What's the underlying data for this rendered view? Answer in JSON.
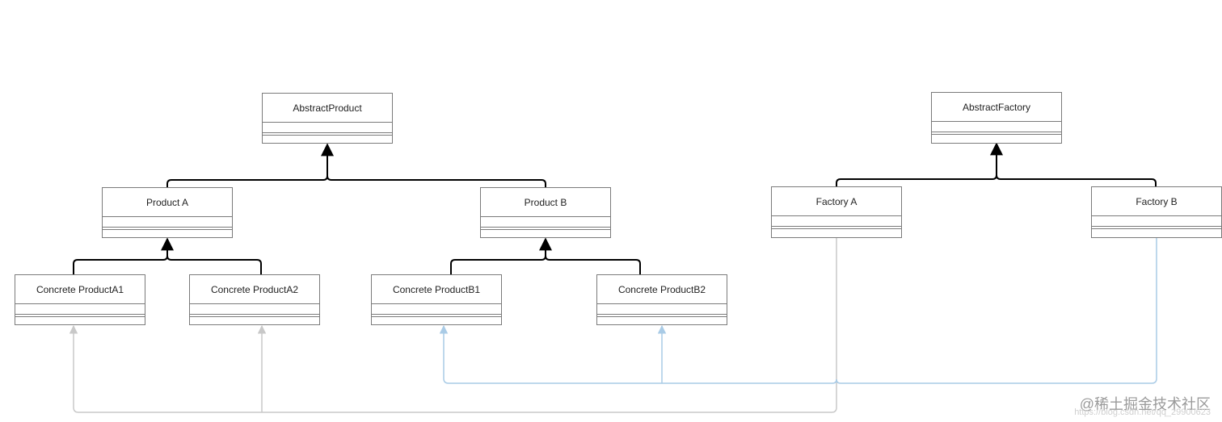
{
  "classes": {
    "abstract_product": "AbstractProduct",
    "abstract_factory": "AbstractFactory",
    "product_a": "Product A",
    "product_b": "Product B",
    "factory_a": "Factory A",
    "factory_b": "Factory B",
    "concrete_a1": "Concrete ProductA1",
    "concrete_a2": "Concrete ProductA2",
    "concrete_b1": "Concrete ProductB1",
    "concrete_b2": "Concrete ProductB2"
  },
  "colors": {
    "inheritance": "#000000",
    "factory_a_dependency": "#c8c8c8",
    "factory_b_dependency": "#a9cbe6",
    "box_border": "#7a7a7a"
  },
  "watermark": {
    "text": "@稀土掘金技术社区",
    "url": "https://blog.csdn.net/qq_29900623"
  }
}
